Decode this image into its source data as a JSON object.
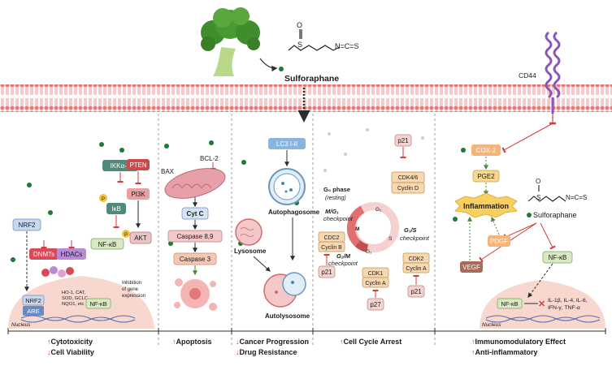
{
  "molecule": {
    "name": "Sulforaphane",
    "s_atom": "S",
    "o_atom": "O",
    "isothiocyanate": "N=C=S"
  },
  "receptor": {
    "label": "CD44"
  },
  "panels": [
    {
      "id": "cytotoxicity",
      "line1": "Cytotoxicity",
      "line2": "Cell Viability",
      "arrow1": "↑",
      "arrow2": "↓"
    },
    {
      "id": "apoptosis",
      "line1": "Apoptosis",
      "arrow1": "↑"
    },
    {
      "id": "autophagy",
      "line1": "Cancer Progression",
      "line2": "Drug Resistance",
      "arrow1": "↓",
      "arrow2": "↓"
    },
    {
      "id": "cellcycle",
      "line1": "Cell Cycle Arrest",
      "arrow1": "↑"
    },
    {
      "id": "immune",
      "line1": "Immunomodulatory Effect",
      "line2": "Anti-inflammatory",
      "arrow1": "↑",
      "arrow2": "↑"
    }
  ],
  "panel1": {
    "ikk": "IKKα-β",
    "ikb": "IκB",
    "nfkb": "NF-κB",
    "pten": "PTEN",
    "pi3k": "PI3K",
    "akt": "AKT",
    "nrf2": "NRF2",
    "dnmts": "DNMTs",
    "hdacs": "HDACs",
    "p_badge": "P",
    "nrf2_nuc": "NRF2",
    "are": "ARE",
    "nfkb_nuc": "NF-κB",
    "genes": [
      "HO-1, CAT,",
      "SOD, GCLC,",
      "NQO1, etc"
    ],
    "inhibition": [
      "Inhibition",
      "of gene",
      "expression"
    ],
    "nucleus": "Nucleus"
  },
  "panel2": {
    "bax": "BAX",
    "bcl2": "BCL-2",
    "cytc": "Cyt C",
    "casp89": "Caspase 8,9",
    "casp3": "Caspase 3"
  },
  "panel3": {
    "lc3": "LC3 I-II",
    "autophagosome": "Autophagosome",
    "lysosome": "Lysosome",
    "autolysosome": "Autolysosome"
  },
  "panel4": {
    "p21_top": "p21",
    "cdk46": "CDK4/6",
    "cyclinD": "Cyclin D",
    "g0": "G₀ phase",
    "resting": "(resting)",
    "g1": "G₁",
    "s": "S",
    "m": "M",
    "g2": "G₂",
    "mg1": "M/G₁",
    "mg1b": "checkpoint",
    "g1s": "G₁/S",
    "g1sb": "checkpoint",
    "g2m": "G₂/M",
    "g2mb": "checkpoint",
    "cdc2": "CDC2",
    "cyclinB": "Cyclin B",
    "p21_left": "p21",
    "cdk1": "CDK1",
    "cyclinA1": "Cyclin A",
    "p27": "p27",
    "cdk2": "CDK2",
    "cyclinA2": "Cyclin A",
    "p21_right": "p21"
  },
  "panel5": {
    "cox2": "COX-2",
    "pge2": "PGE2",
    "inflammation": "Inflammation",
    "pdgf": "PDGF",
    "vegf": "VEGF",
    "nfkb": "NF-κB",
    "nfkb_nuc": "NF-κB",
    "cyto": [
      "IL-1β, IL-4, IL-6,",
      "IFN-γ, TNF-α"
    ],
    "nucleus": "Nucleus"
  },
  "colors": {
    "membrane": "#e8787a",
    "nucleus": "#f8d7cf",
    "dot": "#1f7a33",
    "inhibit": "#d93a3a",
    "mito": "#e8a0a8"
  }
}
